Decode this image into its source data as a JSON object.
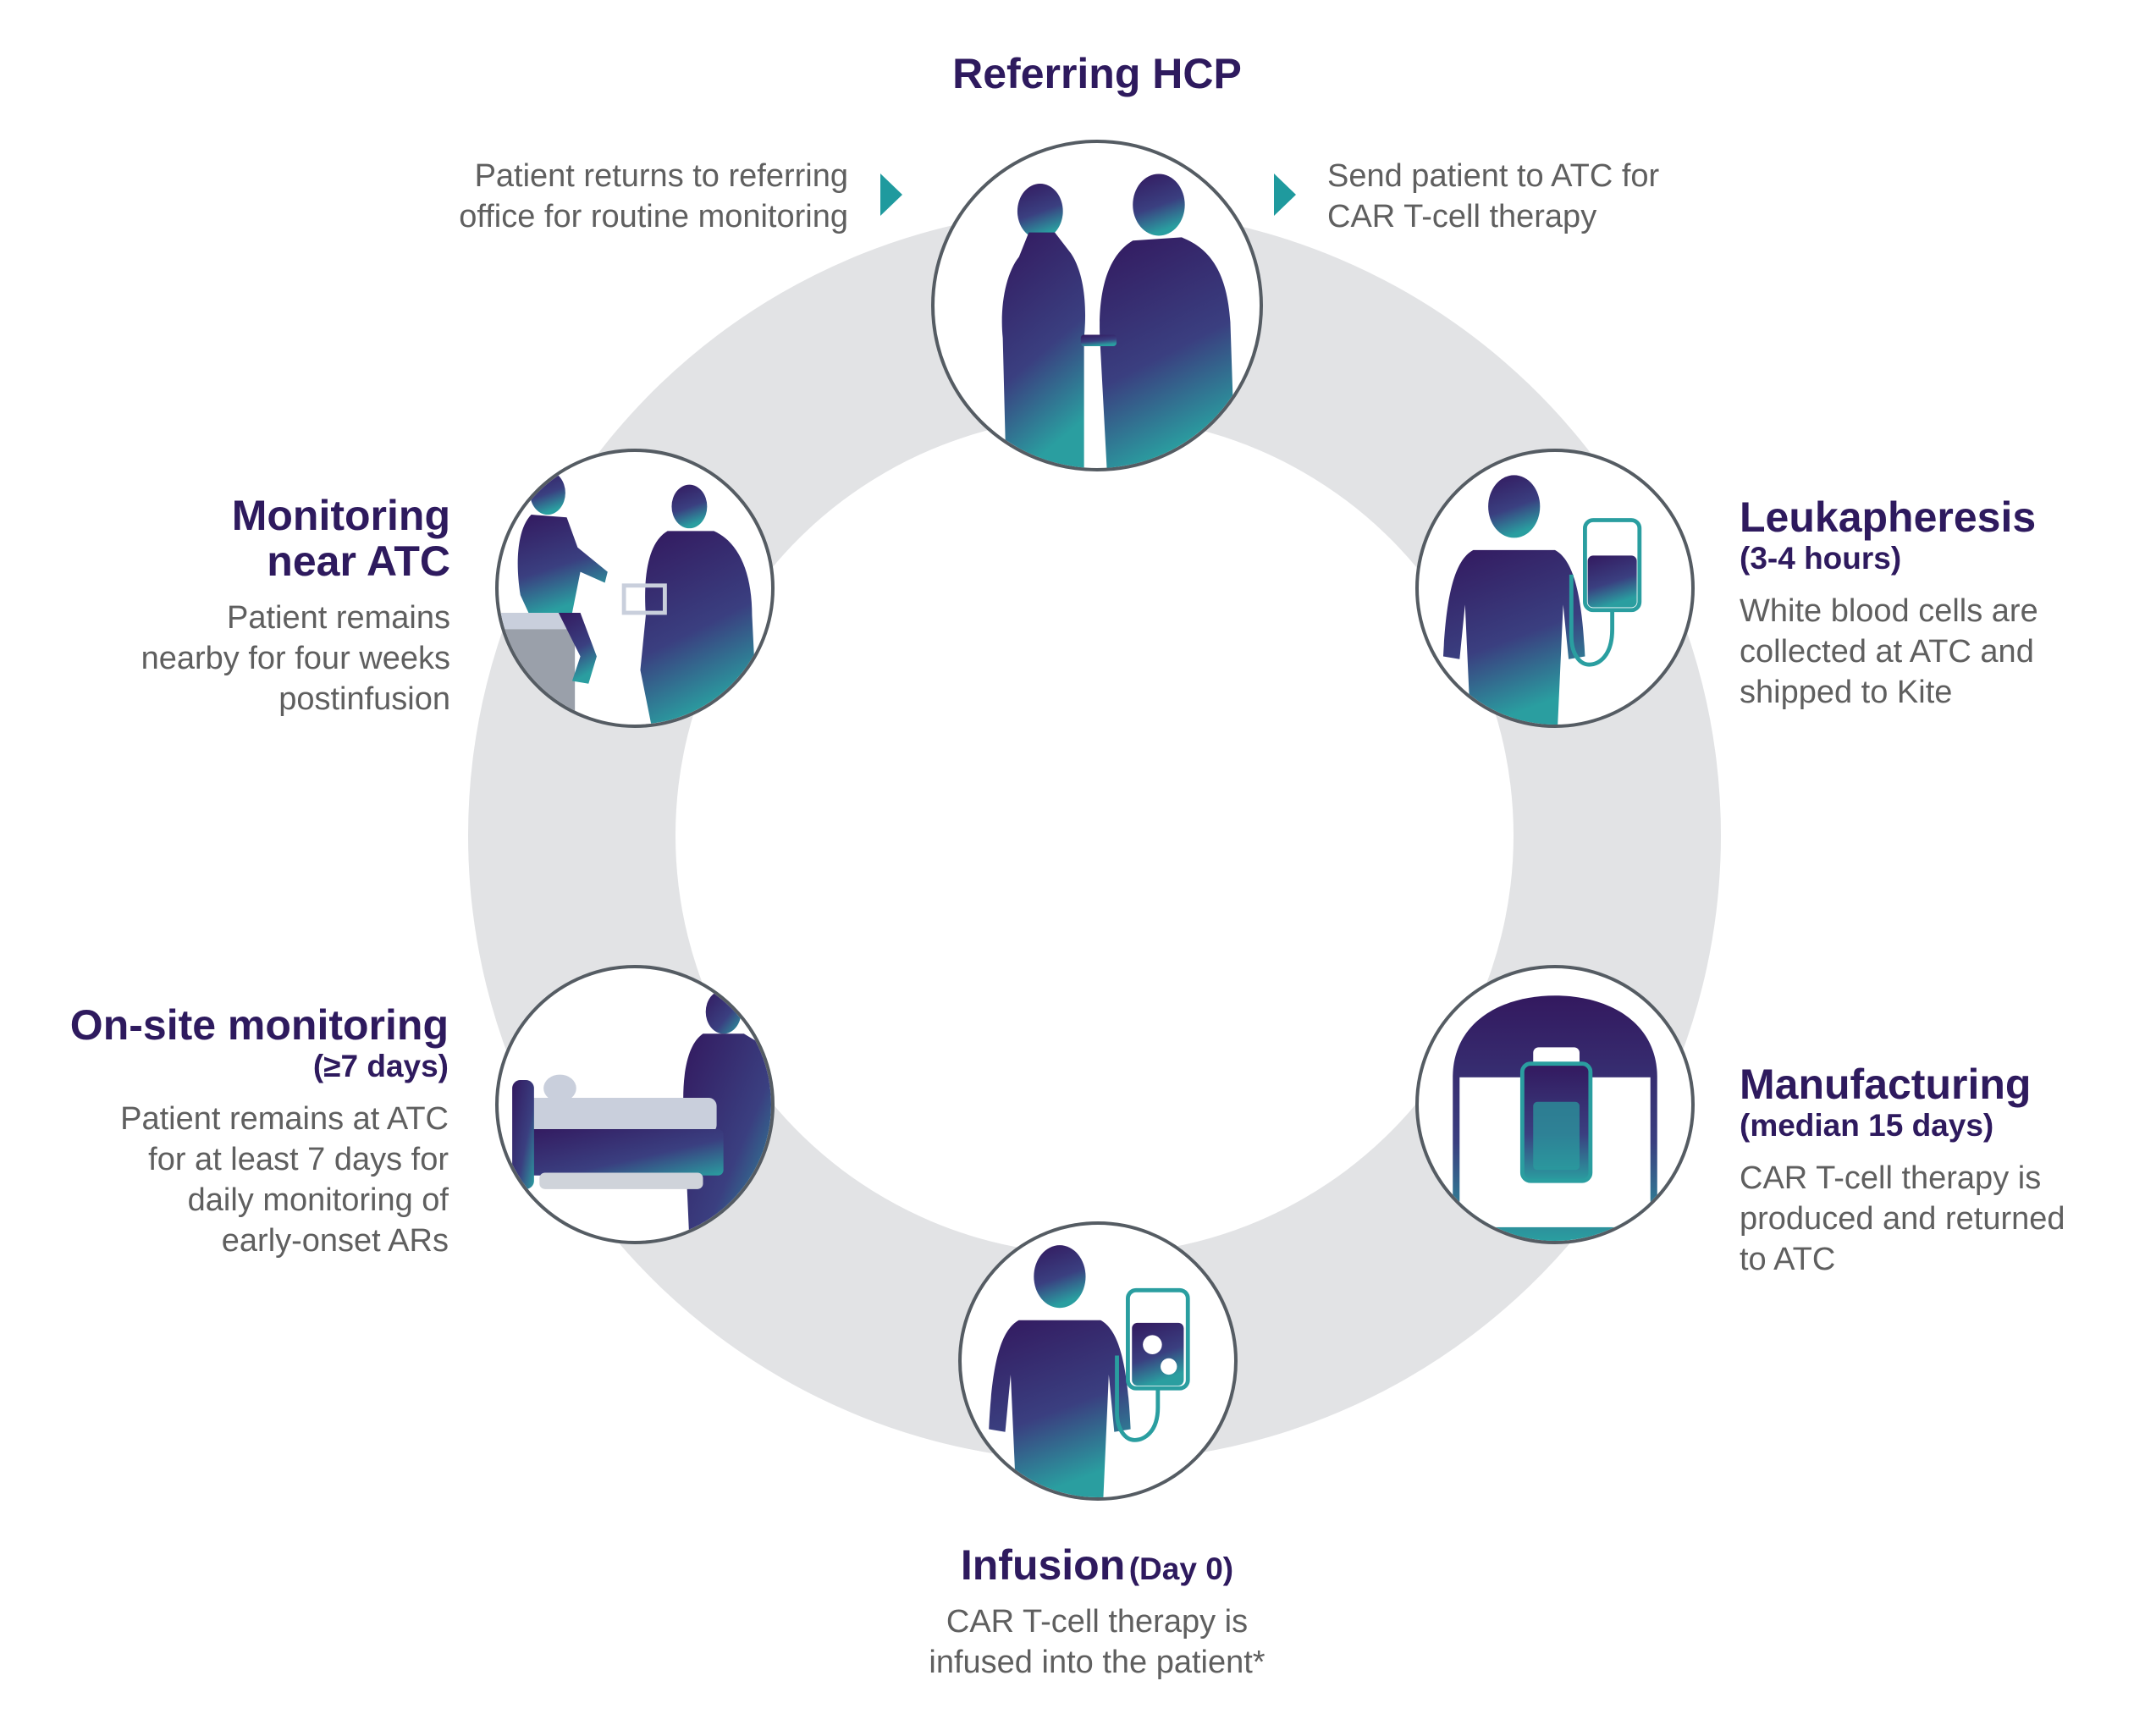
{
  "colors": {
    "ring": "#e2e3e5",
    "title": "#2e1a5e",
    "text": "#5f5f5f",
    "arrow": "#1f9a9e",
    "silhouette_top": "#33195f",
    "silhouette_bottom": "#2a9ea0",
    "circle_border": "#555c63"
  },
  "steps": [
    {
      "id": "referring-hcp",
      "title": "Referring HCP",
      "icon": "doctor-patient-consult-icon"
    },
    {
      "id": "leukapheresis",
      "title": "Leukapheresis",
      "subtitle": "(3-4 hours)",
      "lines": [
        "White blood cells are",
        "collected at ATC and",
        "shipped to Kite"
      ],
      "icon": "patient-blood-bag-icon"
    },
    {
      "id": "manufacturing",
      "title": "Manufacturing",
      "subtitle": "(median 15 days)",
      "lines": [
        "CAR T-cell therapy is",
        "produced and returned",
        "to ATC"
      ],
      "icon": "manufacturing-bag-icon"
    },
    {
      "id": "infusion",
      "title": "Infusion",
      "subtitle": "(Day 0)",
      "lines": [
        "CAR T-cell therapy is",
        "infused into the patient*"
      ],
      "icon": "patient-infusion-bag-icon"
    },
    {
      "id": "onsite-monitoring",
      "title": "On-site monitoring",
      "subtitle": "(≥7 days)",
      "lines": [
        "Patient remains at ATC",
        "for at least 7 days for",
        "daily monitoring of",
        "early-onset ARs"
      ],
      "icon": "hospital-bed-icon"
    },
    {
      "id": "monitoring-near-atc",
      "title_lines": [
        "Monitoring",
        "near ATC"
      ],
      "lines": [
        "Patient remains",
        "nearby for four weeks",
        "postinfusion"
      ],
      "icon": "clinic-visit-icon"
    }
  ],
  "top_notes": {
    "left": [
      "Patient returns to referring",
      "office for routine monitoring"
    ],
    "right": [
      "Send patient to ATC for",
      "CAR T-cell therapy"
    ]
  }
}
